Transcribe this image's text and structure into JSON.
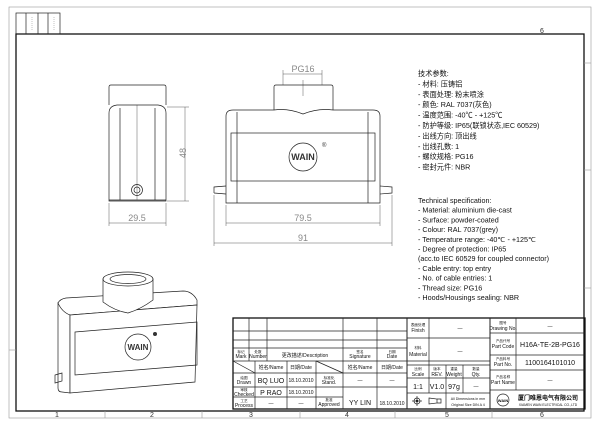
{
  "zones": [
    "1",
    "2",
    "3",
    "4",
    "5",
    "6"
  ],
  "dimensions": {
    "pg": "PG16",
    "height": "48",
    "depth": "29.5",
    "width_inner": "79.5",
    "width_outer": "91"
  },
  "logo_text": "WAIN",
  "registered_mark": "®",
  "specs_cn": [
    "技术参数:",
    "- 材料: 压铸铝",
    "- 表面处理: 粉末喷涂",
    "- 颜色: RAL 7037(灰色)",
    "- 温度范围: -40℃  -  +125℃",
    "- 防护等级: IP65(联锁状态,IEC 60529)",
    "- 出线方向: 顶出线",
    "- 出线孔数: 1",
    "- 螺纹规格: PG16",
    "- 密封元件: NBR"
  ],
  "specs_en": [
    "Technical specification:",
    "- Material: aluminium die-cast",
    "- Surface: powder-coated",
    "- Colour: RAL 7037(grey)",
    "- Temperature range: -40℃  -  +125℃",
    "- Degree of protection: IP65",
    "  (acc.to IEC 60529 for coupled connector)",
    "- Cable entry: top entry",
    "- No. of cable entries: 1",
    "- Thread size: PG16",
    "- Hoods/Housings sealing: NBR"
  ],
  "title_block": {
    "mark_cn": "标记",
    "mark": "Mark",
    "number_cn": "处数",
    "number": "Number",
    "description": "更改描述/Description",
    "signature_cn": "签名",
    "signature": "Signature",
    "date_cn": "日期",
    "date": "Date",
    "name_hdr": "姓名/Name",
    "date_hdr": "日期/Date",
    "name_hdr2": "姓名/Name",
    "date_hdr2": "日期/Date",
    "drawn_cn": "绘图",
    "drawn": "Drawn",
    "drawn_name": "BQ  LUO",
    "drawn_date": "18.10.2010",
    "checked_cn": "审核",
    "checked": "Checked",
    "checked_name": "P  RAO",
    "checked_date": "18.10.2010",
    "process_cn": "工艺",
    "process": "Process",
    "process_name": "—",
    "process_date": "—",
    "stand_cn": "标准化",
    "stand": "Stand.",
    "stand_name": "—",
    "stand_date": "—",
    "approved_cn": "批准",
    "approved": "Approved",
    "approved_name": "YY  LIN",
    "approved_date": "18.10.2010",
    "finish_cn": "表面处理",
    "finish": "Finish",
    "finish_value": "—",
    "material_cn": "材料",
    "material": "Material",
    "material_value": "—",
    "scale_cn": "比例",
    "scale": "Scale",
    "scale_value": "1:1",
    "rev_cn": "版本",
    "rev": "REV.",
    "rev_value": "V1.0",
    "weight_cn": "重量",
    "weight": "Weight",
    "weight_value": "97g",
    "qty_cn": "数量",
    "qty": "Qty.",
    "qty_value": "—",
    "dims_note": "All Dimensions in mm",
    "size_note": "Original Size DIN A 4",
    "drawing_no_cn": "图号",
    "drawing_no": "Drawing No.",
    "drawing_no_value": "—",
    "part_code_cn": "产品代号",
    "part_code": "Part Code",
    "part_code_value": "H16A-TE-2B-PG16",
    "part_no_cn": "产品料号",
    "part_no": "Part No.",
    "part_no_value": "1100164101010",
    "part_name_cn": "产品名称",
    "part_name": "Part Name",
    "part_name_value": "—",
    "company_cn": "厦门唯恩电气有限公司",
    "company_en": "XIAMEN WAIN ELECTRICAL CO.,LTD"
  }
}
